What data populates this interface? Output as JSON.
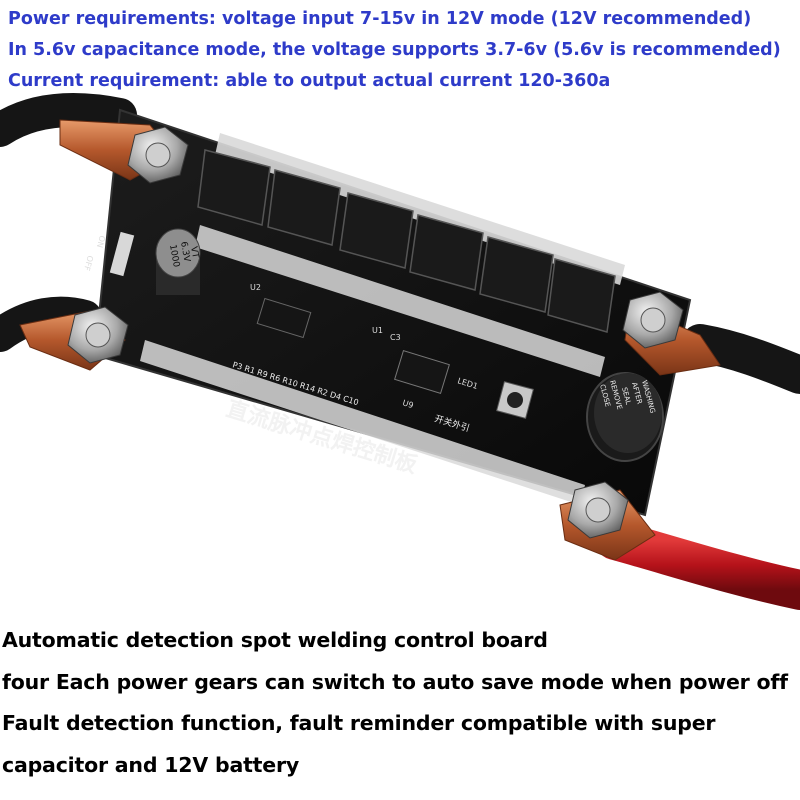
{
  "header_lines": [
    "Power requirements: voltage input 7-15v in 12V mode (12V recommended)",
    "In 5.6v capacitance mode, the voltage supports 3.7-6v (5.6v is recommended)",
    "Current requirement: able to output actual current 120-360a"
  ],
  "board": {
    "title_cn": "直流脉冲点焊控制板",
    "cap_label_1": "1000",
    "cap_label_2": "6.3V",
    "cap_label_3": "VT",
    "switch_label_off": "OFF",
    "switch_label_on": "ON",
    "button_label": "开关外引",
    "led_label": "LED1",
    "chip_label": "U9",
    "u1_label": "U1",
    "u2_label": "U2",
    "c3_label": "C3",
    "resistor_row_label": "P3 R1 R9 R6 R10 R14 R2 D4 C10",
    "buzzer_label_1": "CLOSE",
    "buzzer_label_2": "REMOVE",
    "buzzer_label_3": "SEAL",
    "buzzer_label_4": "AFTER",
    "buzzer_label_5": "WASHING"
  },
  "footer_lines": [
    "Automatic detection spot welding control board",
    "four Each power gears can switch to auto save mode when power off",
    "Fault detection function, fault reminder compatible with super",
    "capacitor and 12V battery"
  ],
  "colors": {
    "header_text": "#2e3bc9",
    "footer_text": "#000000",
    "pcb": "#111111",
    "copper": "#c06a3a",
    "red_wire": "#c8161a"
  }
}
